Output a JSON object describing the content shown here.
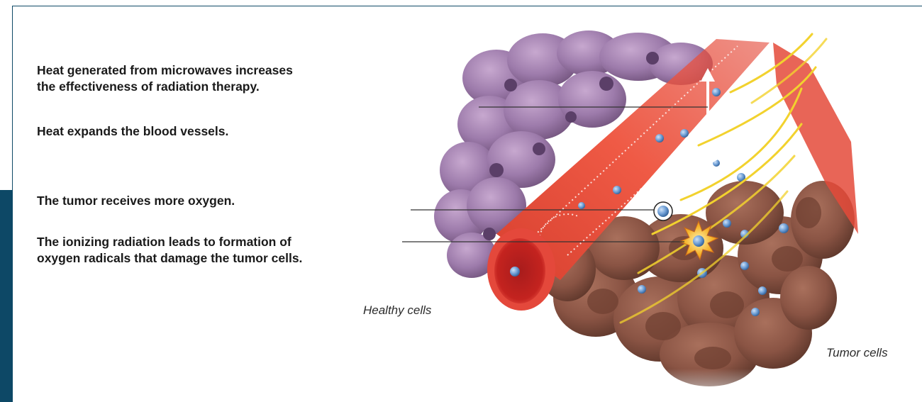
{
  "annotations": {
    "heat_effect_line1": "Heat generated from microwaves increases",
    "heat_effect_line2": "the effectiveness of radiation therapy.",
    "vessels": "Heat expands the blood vessels.",
    "oxygen": "The tumor receives more oxygen.",
    "radicals_line1": "The ionizing radiation leads to formation of",
    "radicals_line2": "oxygen radicals that damage the tumor cells."
  },
  "captions": {
    "healthy": "Healthy cells",
    "tumor": "Tumor cells"
  },
  "colors": {
    "frame": "#0d4866",
    "vessel": "#e8493a",
    "healthy_cell": "#9a78a8",
    "tumor_cell": "#8a5444",
    "oxygen": "#6f9fd6",
    "radiation": "#f2d22e"
  }
}
